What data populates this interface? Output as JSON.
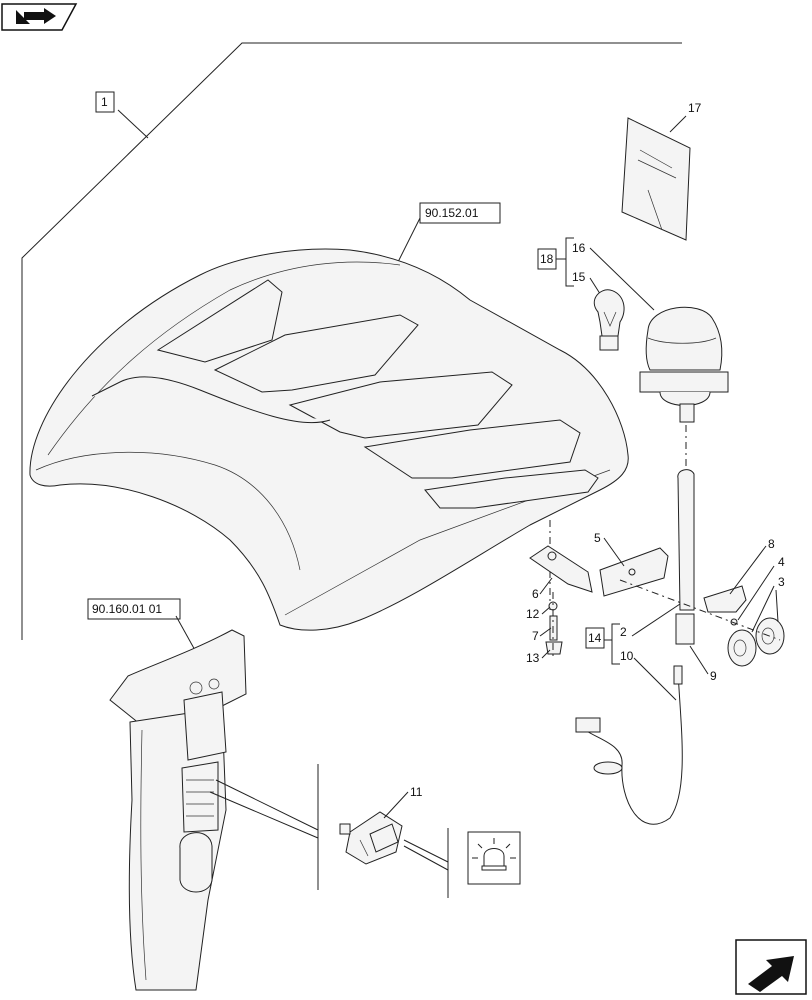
{
  "refs": {
    "assembly": "1",
    "cab_roof": "90.152.01",
    "cab_pillar": "90.160.01 01",
    "kit_a": "18",
    "kit_b": "14"
  },
  "callouts": {
    "c17": "17",
    "c16": "16",
    "c15": "15",
    "c5": "5",
    "c8": "8",
    "c4": "4",
    "c3": "3",
    "c6": "6",
    "c12": "12",
    "c7": "7",
    "c13": "13",
    "c2": "2",
    "c10": "10",
    "c9": "9",
    "c11": "11"
  },
  "icons": {
    "top_left": "book-arrow-icon",
    "bottom_right": "next-page-arrow-icon",
    "beacon_symbol": "rotating-beacon-icon"
  }
}
